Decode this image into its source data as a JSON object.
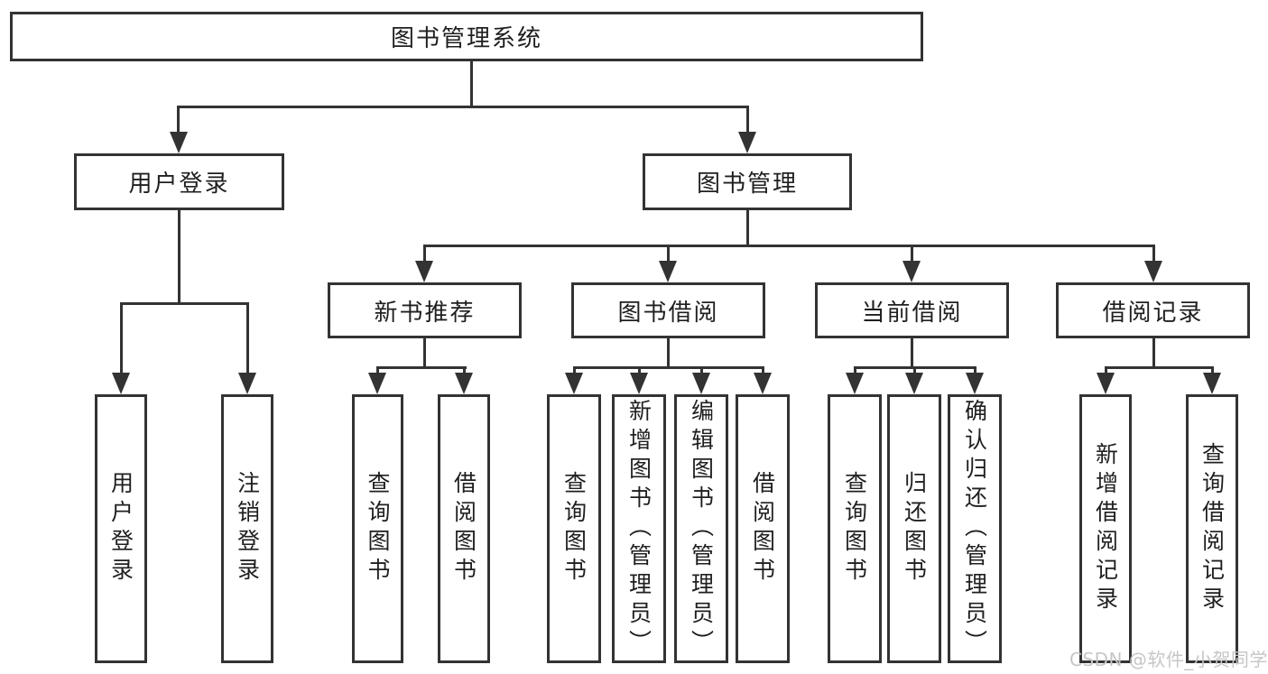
{
  "diagram": {
    "type": "function-structure-tree",
    "line_color": "#333333",
    "text_color": "#1f1f1f",
    "background_color": "#ffffff",
    "watermark_color": "#c6c6c6"
  },
  "tree": {
    "label": "图书管理系统",
    "children": [
      {
        "label": "用户登录",
        "children": [
          {
            "label": "用户登录"
          },
          {
            "label": "注销登录"
          }
        ]
      },
      {
        "label": "图书管理",
        "children": [
          {
            "label": "新书推荐",
            "children": [
              {
                "label": "查询图书"
              },
              {
                "label": "借阅图书"
              }
            ]
          },
          {
            "label": "图书借阅",
            "children": [
              {
                "label": "查询图书"
              },
              {
                "label": "新增图书（管理员）"
              },
              {
                "label": "编辑图书（管理员）"
              },
              {
                "label": "借阅图书"
              }
            ]
          },
          {
            "label": "当前借阅",
            "children": [
              {
                "label": "查询图书"
              },
              {
                "label": "归还图书"
              },
              {
                "label": "确认归还（管理员）"
              }
            ]
          },
          {
            "label": "借阅记录",
            "children": [
              {
                "label": "新增借阅记录"
              },
              {
                "label": "查询借阅记录"
              }
            ]
          }
        ]
      }
    ]
  },
  "watermark": {
    "text": "CSDN @软件_小贺同学"
  }
}
